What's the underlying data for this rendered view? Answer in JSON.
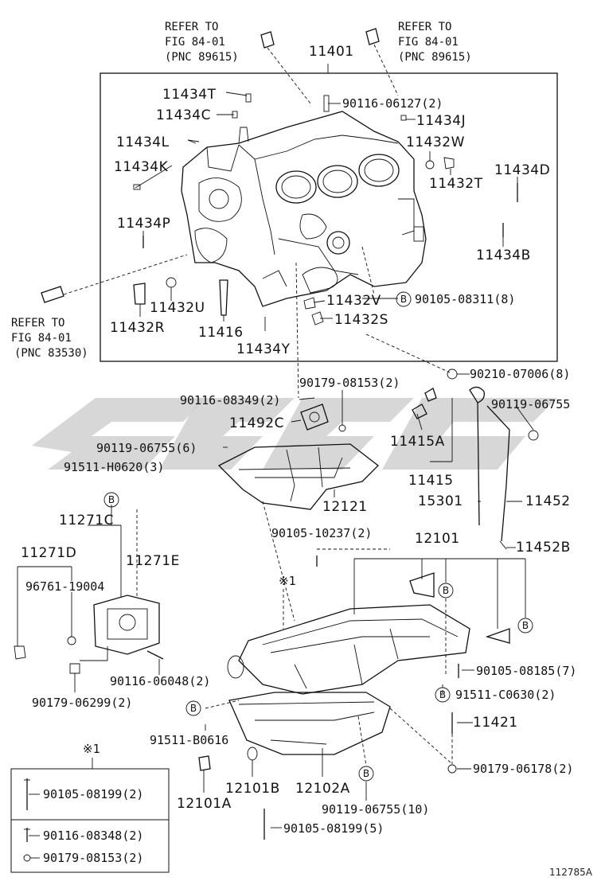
{
  "refs": {
    "ref_top_left": [
      "REFER TO",
      "FIG 84-01",
      "(PNC 89615)"
    ],
    "ref_top_right": [
      "REFER TO",
      "FIG 84-01",
      "(PNC 89615)"
    ],
    "ref_left": [
      "REFER TO",
      "FIG 84-01",
      "(PNC 83530)"
    ]
  },
  "labels": {
    "p11401": "11401",
    "p11434T": "11434T",
    "p11434C": "11434C",
    "p11434L": "11434L",
    "p11434K": "11434K",
    "p11434P": "11434P",
    "p90116_06127": "90116-06127(2)",
    "p11434J": "11434J",
    "p11432W": "11432W",
    "p11432T": "11432T",
    "p11434D": "11434D",
    "p11434B": "11434B",
    "p11432U": "11432U",
    "p11432R": "11432R",
    "p11416": "11416",
    "p11434Y": "11434Y",
    "p11432V": "11432V",
    "p11432S": "11432S",
    "p90105_08311": "90105-08311(8)",
    "p90210_07006": "90210-07006(8)",
    "p90179_08153": "90179-08153(2)",
    "p90116_08349": "90116-08349(2)",
    "p11492C": "11492C",
    "p90119_06755a": "90119-06755",
    "p90119_06755_6": "90119-06755(6)",
    "p11415A": "11415A",
    "p91511_H0620": "91511-H0620(3)",
    "p11415": "11415",
    "p12121": "12121",
    "p15301": "15301",
    "p11452": "11452",
    "p11271C": "11271C",
    "p90105_10237": "90105-10237(2)",
    "p12101": "12101",
    "p11452B": "11452B",
    "p11271D": "11271D",
    "p11271E": "11271E",
    "p96761": "96761-19004",
    "pX1": "※1",
    "p90105_08185": "90105-08185(7)",
    "p90116_06048": "90116-06048(2)",
    "p91511_C0630": "91511-C0630(2)",
    "p90179_06299": "90179-06299(2)",
    "p11421": "11421",
    "p91511_B0616": "91511-B0616",
    "p90179_06178": "90179-06178(2)",
    "p12101B": "12101B",
    "p12102A": "12102A",
    "p12101A": "12101A",
    "p90119_06755_10": "90119-06755(10)",
    "p90105_08199_5": "90105-08199(5)"
  },
  "legend": {
    "title": "※1",
    "rows": [
      "90105-08199(2)",
      "90116-08348(2)",
      "90179-08153(2)"
    ]
  },
  "badge_letter": "B",
  "footer_code": "112785A"
}
